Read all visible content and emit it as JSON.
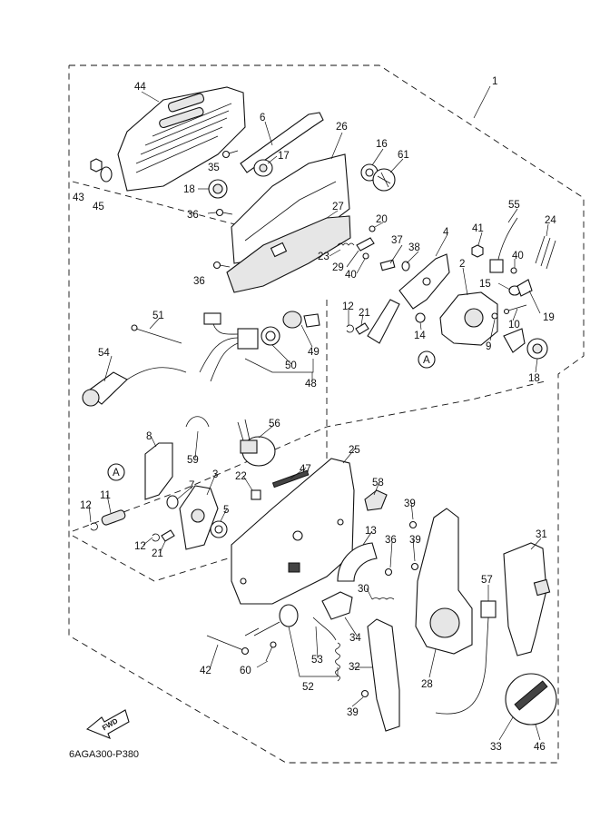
{
  "drawing_code": "6AGA300-P380",
  "fwd_label": "FWD",
  "ref_marker": "A",
  "callouts": [
    {
      "id": "c1",
      "text": "1"
    },
    {
      "id": "c2",
      "text": "2"
    },
    {
      "id": "c3",
      "text": "3"
    },
    {
      "id": "c4",
      "text": "4"
    },
    {
      "id": "c5",
      "text": "5"
    },
    {
      "id": "c6",
      "text": "6"
    },
    {
      "id": "c7",
      "text": "7"
    },
    {
      "id": "c8",
      "text": "8"
    },
    {
      "id": "c9",
      "text": "9"
    },
    {
      "id": "c10",
      "text": "10"
    },
    {
      "id": "c11",
      "text": "11"
    },
    {
      "id": "c12a",
      "text": "12"
    },
    {
      "id": "c12b",
      "text": "12"
    },
    {
      "id": "c12c",
      "text": "12"
    },
    {
      "id": "c13",
      "text": "13"
    },
    {
      "id": "c14",
      "text": "14"
    },
    {
      "id": "c15",
      "text": "15"
    },
    {
      "id": "c16",
      "text": "16"
    },
    {
      "id": "c17",
      "text": "17"
    },
    {
      "id": "c18a",
      "text": "18"
    },
    {
      "id": "c18b",
      "text": "18"
    },
    {
      "id": "c19",
      "text": "19"
    },
    {
      "id": "c20",
      "text": "20"
    },
    {
      "id": "c21a",
      "text": "21"
    },
    {
      "id": "c21b",
      "text": "21"
    },
    {
      "id": "c22",
      "text": "22"
    },
    {
      "id": "c23",
      "text": "23"
    },
    {
      "id": "c24",
      "text": "24"
    },
    {
      "id": "c25",
      "text": "25"
    },
    {
      "id": "c26",
      "text": "26"
    },
    {
      "id": "c27",
      "text": "27"
    },
    {
      "id": "c28",
      "text": "28"
    },
    {
      "id": "c29",
      "text": "29"
    },
    {
      "id": "c30",
      "text": "30"
    },
    {
      "id": "c31",
      "text": "31"
    },
    {
      "id": "c32",
      "text": "32"
    },
    {
      "id": "c33",
      "text": "33"
    },
    {
      "id": "c34",
      "text": "34"
    },
    {
      "id": "c35",
      "text": "35"
    },
    {
      "id": "c36a",
      "text": "36"
    },
    {
      "id": "c36b",
      "text": "36"
    },
    {
      "id": "c36c",
      "text": "36"
    },
    {
      "id": "c37",
      "text": "37"
    },
    {
      "id": "c38",
      "text": "38"
    },
    {
      "id": "c39a",
      "text": "39"
    },
    {
      "id": "c39b",
      "text": "39"
    },
    {
      "id": "c39c",
      "text": "39"
    },
    {
      "id": "c40a",
      "text": "40"
    },
    {
      "id": "c40b",
      "text": "40"
    },
    {
      "id": "c41",
      "text": "41"
    },
    {
      "id": "c42",
      "text": "42"
    },
    {
      "id": "c43",
      "text": "43"
    },
    {
      "id": "c44",
      "text": "44"
    },
    {
      "id": "c45",
      "text": "45"
    },
    {
      "id": "c46",
      "text": "46"
    },
    {
      "id": "c47",
      "text": "47"
    },
    {
      "id": "c48",
      "text": "48"
    },
    {
      "id": "c49",
      "text": "49"
    },
    {
      "id": "c50",
      "text": "50"
    },
    {
      "id": "c51",
      "text": "51"
    },
    {
      "id": "c52",
      "text": "52"
    },
    {
      "id": "c53",
      "text": "53"
    },
    {
      "id": "c54",
      "text": "54"
    },
    {
      "id": "c55",
      "text": "55"
    },
    {
      "id": "c56",
      "text": "56"
    },
    {
      "id": "c57",
      "text": "57"
    },
    {
      "id": "c58",
      "text": "58"
    },
    {
      "id": "c59",
      "text": "59"
    },
    {
      "id": "c60",
      "text": "60"
    },
    {
      "id": "c61",
      "text": "61"
    }
  ]
}
